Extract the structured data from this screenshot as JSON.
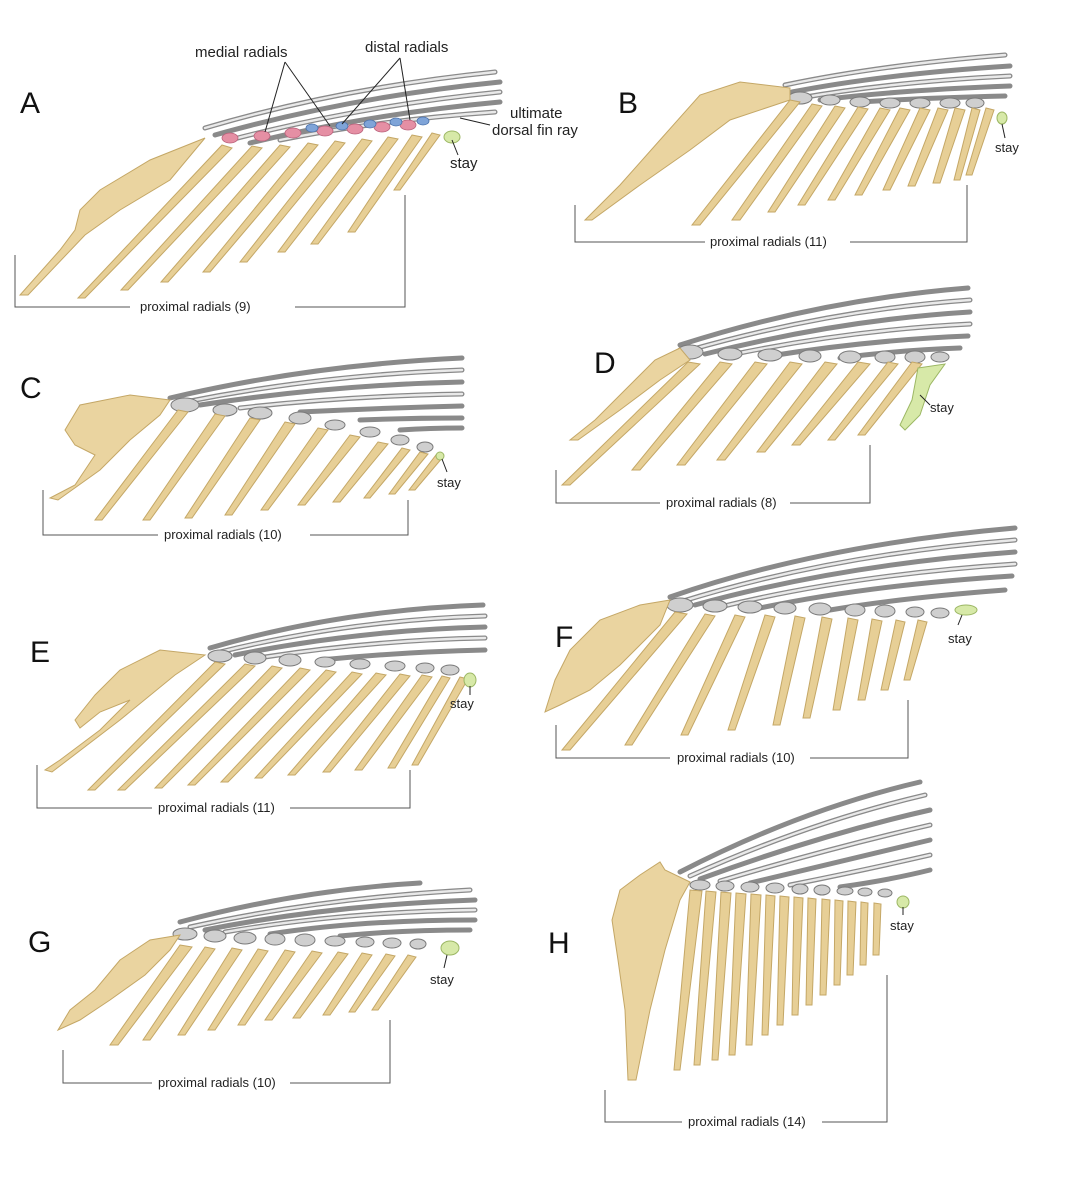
{
  "figure": {
    "panels": [
      {
        "letter": "A",
        "caption": "proximal radials (9)",
        "stay": "stay",
        "callouts": {
          "medial": "medial radials",
          "distal": "distal radials",
          "ultimate_line1": "ultimate",
          "ultimate_line2": "dorsal fin ray"
        }
      },
      {
        "letter": "B",
        "caption": "proximal radials (11)",
        "stay": "stay"
      },
      {
        "letter": "C",
        "caption": "proximal radials (10)",
        "stay": "stay"
      },
      {
        "letter": "D",
        "caption": "proximal radials (8)",
        "stay": "stay"
      },
      {
        "letter": "E",
        "caption": "proximal radials (11)",
        "stay": "stay"
      },
      {
        "letter": "F",
        "caption": "proximal radials (10)",
        "stay": "stay"
      },
      {
        "letter": "G",
        "caption": "proximal radials (10)",
        "stay": "stay"
      },
      {
        "letter": "H",
        "caption": "proximal radials (14)",
        "stay": "stay"
      }
    ]
  },
  "colors": {
    "proximal_radial": "#e7cf96",
    "fin_ray": "#cfcfcf",
    "medial_radial": "#e58fa4",
    "distal_radial": "#7fa4d8",
    "stay": "#d7e9a8"
  }
}
